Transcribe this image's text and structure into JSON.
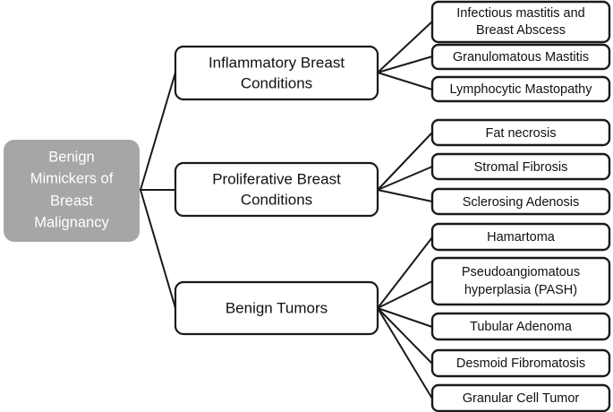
{
  "diagram": {
    "title": "Benign Mimickers of Breast Malignancy",
    "type": "hierarchy-flowchart",
    "colors": {
      "root_fill": "#a6a6a6",
      "root_text": "#ffffff",
      "node_fill": "#ffffff",
      "node_stroke": "#1a1a1a",
      "connector": "#1a1a1a",
      "background": "#ffffff"
    },
    "root": {
      "lines": [
        "Benign",
        "Mimickers of",
        "Breast",
        "Malignancy"
      ],
      "label": "Benign Mimickers of Breast Malignancy"
    },
    "branches": [
      {
        "label": "Inflammatory Breast Conditions",
        "lines": [
          "Inflammatory Breast",
          "Conditions"
        ],
        "leaves": [
          {
            "label": "Infectious mastitis and Breast Abscess",
            "lines": [
              "Infectious mastitis and",
              "Breast Abscess"
            ]
          },
          {
            "label": "Granulomatous Mastitis",
            "lines": [
              "Granulomatous Mastitis"
            ]
          },
          {
            "label": "Lymphocytic Mastopathy",
            "lines": [
              "Lymphocytic Mastopathy"
            ]
          }
        ]
      },
      {
        "label": "Proliferative Breast Conditions",
        "lines": [
          "Proliferative Breast",
          "Conditions"
        ],
        "leaves": [
          {
            "label": "Fat necrosis",
            "lines": [
              "Fat necrosis"
            ]
          },
          {
            "label": "Stromal Fibrosis",
            "lines": [
              "Stromal Fibrosis"
            ]
          },
          {
            "label": "Sclerosing Adenosis",
            "lines": [
              "Sclerosing Adenosis"
            ]
          }
        ]
      },
      {
        "label": "Benign Tumors",
        "lines": [
          "Benign Tumors"
        ],
        "leaves": [
          {
            "label": "Hamartoma",
            "lines": [
              "Hamartoma"
            ]
          },
          {
            "label": "Pseudoangiomatous hyperplasia (PASH)",
            "lines": [
              "Pseudoangiomatous",
              "hyperplasia (PASH)"
            ]
          },
          {
            "label": "Tubular Adenoma",
            "lines": [
              "Tubular Adenoma"
            ]
          },
          {
            "label": "Desmoid Fibromatosis",
            "lines": [
              "Desmoid Fibromatosis"
            ]
          },
          {
            "label": "Granular Cell Tumor",
            "lines": [
              "Granular Cell Tumor"
            ]
          }
        ]
      }
    ]
  }
}
